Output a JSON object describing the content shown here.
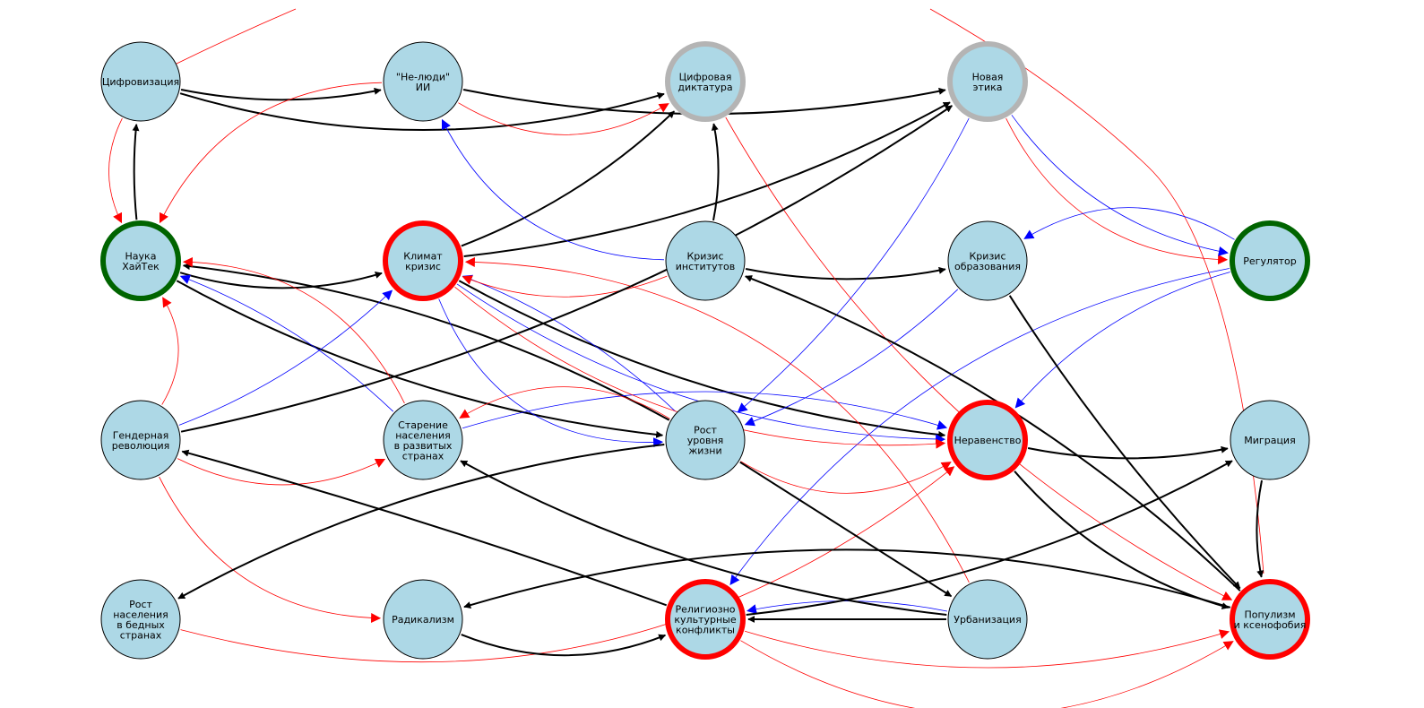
{
  "colors": {
    "node_fill": "#add8e6",
    "edge_black": "#000000",
    "edge_red": "#ff0000",
    "edge_blue": "#0000ff",
    "ring_red": "#ff0000",
    "ring_green": "#006400",
    "ring_gray": "#b4b4b4"
  },
  "nodes": [
    {
      "id": "digit",
      "lines": [
        "Цифровизация"
      ],
      "ring": "none"
    },
    {
      "id": "nonhuman",
      "lines": [
        "\"Не-люди\"",
        "ИИ"
      ],
      "ring": "none"
    },
    {
      "id": "dictat",
      "lines": [
        "Цифровая",
        "диктатура"
      ],
      "ring": "gray"
    },
    {
      "id": "ethics",
      "lines": [
        "Новая",
        "этика"
      ],
      "ring": "gray"
    },
    {
      "id": "science",
      "lines": [
        "Наука",
        "ХайТек"
      ],
      "ring": "green"
    },
    {
      "id": "climate",
      "lines": [
        "Климат",
        "кризис"
      ],
      "ring": "red"
    },
    {
      "id": "instit",
      "lines": [
        "Кризис",
        "институтов"
      ],
      "ring": "none"
    },
    {
      "id": "educ",
      "lines": [
        "Кризис",
        "образования"
      ],
      "ring": "none"
    },
    {
      "id": "regul",
      "lines": [
        "Регулятор"
      ],
      "ring": "green"
    },
    {
      "id": "gender",
      "lines": [
        "Гендерная",
        "революция"
      ],
      "ring": "none"
    },
    {
      "id": "aging",
      "lines": [
        "Старение",
        "населения",
        "в развитых",
        "странах"
      ],
      "ring": "none"
    },
    {
      "id": "living",
      "lines": [
        "Рост",
        "уровня",
        "жизни"
      ],
      "ring": "none"
    },
    {
      "id": "inequal",
      "lines": [
        "Неравенство"
      ],
      "ring": "red"
    },
    {
      "id": "migr",
      "lines": [
        "Миграция"
      ],
      "ring": "none"
    },
    {
      "id": "poppoor",
      "lines": [
        "Рост",
        "населения",
        "в бедных",
        "странах"
      ],
      "ring": "none"
    },
    {
      "id": "radical",
      "lines": [
        "Радикализм"
      ],
      "ring": "none"
    },
    {
      "id": "relig",
      "lines": [
        "Религиозно",
        "культурные",
        "конфликты"
      ],
      "ring": "red"
    },
    {
      "id": "urban",
      "lines": [
        "Урбанизация"
      ],
      "ring": "none"
    },
    {
      "id": "popul",
      "lines": [
        "Популизм",
        "и ксенофобия"
      ],
      "ring": "red"
    }
  ],
  "edges": [
    {
      "from": "science",
      "to": "digit",
      "color": "black",
      "rad": 0.05
    },
    {
      "from": "digit",
      "to": "nonhuman",
      "color": "black",
      "rad": -0.1
    },
    {
      "from": "digit",
      "to": "dictat",
      "color": "black",
      "rad": -0.15
    },
    {
      "from": "nonhuman",
      "to": "ethics",
      "color": "black",
      "rad": -0.1
    },
    {
      "from": "digit",
      "to": "science",
      "color": "red",
      "rad": -0.25
    },
    {
      "from": "nonhuman",
      "to": "dictat",
      "color": "red",
      "rad": -0.3
    },
    {
      "from": "nonhuman",
      "to": "science",
      "color": "red",
      "rad": -0.3
    },
    {
      "from": "science",
      "to": "climate",
      "color": "black",
      "rad": -0.15
    },
    {
      "from": "climate",
      "to": "dictat",
      "color": "black",
      "rad": -0.1
    },
    {
      "from": "climate",
      "to": "ethics",
      "color": "black",
      "rad": -0.1
    },
    {
      "from": "instit",
      "to": "dictat",
      "color": "black",
      "rad": -0.1
    },
    {
      "from": "instit",
      "to": "educ",
      "color": "black",
      "rad": -0.1
    },
    {
      "from": "science",
      "to": "living",
      "color": "black",
      "rad": -0.1
    },
    {
      "from": "living",
      "to": "science",
      "color": "black",
      "rad": -0.1
    },
    {
      "from": "climate",
      "to": "inequal",
      "color": "black",
      "rad": -0.1
    },
    {
      "from": "dictat",
      "to": "popul",
      "color": "red",
      "rad": -0.15
    },
    {
      "from": "ethics",
      "to": "regul",
      "color": "red",
      "rad": -0.3
    },
    {
      "from": "ethics",
      "to": "regul",
      "color": "blue",
      "rad": -0.2
    },
    {
      "from": "instit",
      "to": "nonhuman",
      "color": "blue",
      "rad": 0.3
    },
    {
      "from": "regul",
      "to": "educ",
      "color": "blue",
      "rad": -0.3
    },
    {
      "from": "regul",
      "to": "inequal",
      "color": "blue",
      "rad": -0.15
    },
    {
      "from": "regul",
      "to": "relig",
      "color": "blue",
      "rad": -0.2
    },
    {
      "from": "climate",
      "to": "living",
      "color": "blue",
      "rad": -0.35
    },
    {
      "from": "living",
      "to": "climate",
      "color": "blue",
      "rad": -0.1
    },
    {
      "from": "aging",
      "to": "science",
      "color": "blue",
      "rad": -0.1
    },
    {
      "from": "gender",
      "to": "climate",
      "color": "blue",
      "rad": -0.1
    },
    {
      "from": "climate",
      "to": "inequal",
      "color": "blue",
      "rad": -0.15
    },
    {
      "from": "aging",
      "to": "inequal",
      "color": "blue",
      "rad": 0.15
    },
    {
      "from": "educ",
      "to": "living",
      "color": "blue",
      "rad": 0.1
    },
    {
      "from": "ethics",
      "to": "living",
      "color": "blue",
      "rad": 0.1
    },
    {
      "from": "urban",
      "to": "relig",
      "color": "blue",
      "rad": -0.1
    },
    {
      "from": "gender",
      "to": "science",
      "color": "red",
      "rad": -0.3
    },
    {
      "from": "aging",
      "to": "science",
      "color": "red",
      "rad": -0.3
    },
    {
      "from": "gender",
      "to": "aging",
      "color": "red",
      "rad": -0.25
    },
    {
      "from": "gender",
      "to": "radical",
      "color": "red",
      "rad": -0.3
    },
    {
      "from": "instit",
      "to": "climate",
      "color": "red",
      "rad": 0.2
    },
    {
      "from": "climate",
      "to": "inequal",
      "color": "red",
      "rad": -0.2
    },
    {
      "from": "living",
      "to": "inequal",
      "color": "red",
      "rad": -0.3
    },
    {
      "from": "living",
      "to": "aging",
      "color": "red",
      "rad": -0.3
    },
    {
      "from": "poppoor",
      "to": "inequal",
      "color": "red",
      "rad": -0.25
    },
    {
      "from": "relig",
      "to": "popul",
      "color": "red",
      "rad": -0.3
    },
    {
      "from": "urban",
      "to": "climate",
      "color": "red",
      "rad": -0.3
    },
    {
      "from": "relig",
      "to": "popul",
      "color": "red",
      "rad": -0.15
    },
    {
      "from": "inequal",
      "to": "migr",
      "color": "black",
      "rad": -0.1
    },
    {
      "from": "migr",
      "to": "popul",
      "color": "black",
      "rad": -0.1
    },
    {
      "from": "inequal",
      "to": "popul",
      "color": "black",
      "rad": -0.15
    },
    {
      "from": "educ",
      "to": "popul",
      "color": "black",
      "rad": -0.05
    },
    {
      "from": "relig",
      "to": "migr",
      "color": "black",
      "rad": -0.1
    },
    {
      "from": "living",
      "to": "urban",
      "color": "black",
      "rad": 0.0
    },
    {
      "from": "living",
      "to": "poppoor",
      "color": "black",
      "rad": -0.1
    },
    {
      "from": "urban",
      "to": "aging",
      "color": "black",
      "rad": 0.1
    },
    {
      "from": "urban",
      "to": "relig",
      "color": "black",
      "rad": 0.0
    },
    {
      "from": "relig",
      "to": "gender",
      "color": "black",
      "rad": -0.02
    },
    {
      "from": "radical",
      "to": "relig",
      "color": "black",
      "rad": -0.2
    },
    {
      "from": "popul",
      "to": "radical",
      "color": "black",
      "rad": -0.15
    },
    {
      "from": "popul",
      "to": "instit",
      "color": "black",
      "rad": -0.1
    },
    {
      "from": "gender",
      "to": "ethics",
      "color": "black",
      "rad": -0.1
    }
  ]
}
